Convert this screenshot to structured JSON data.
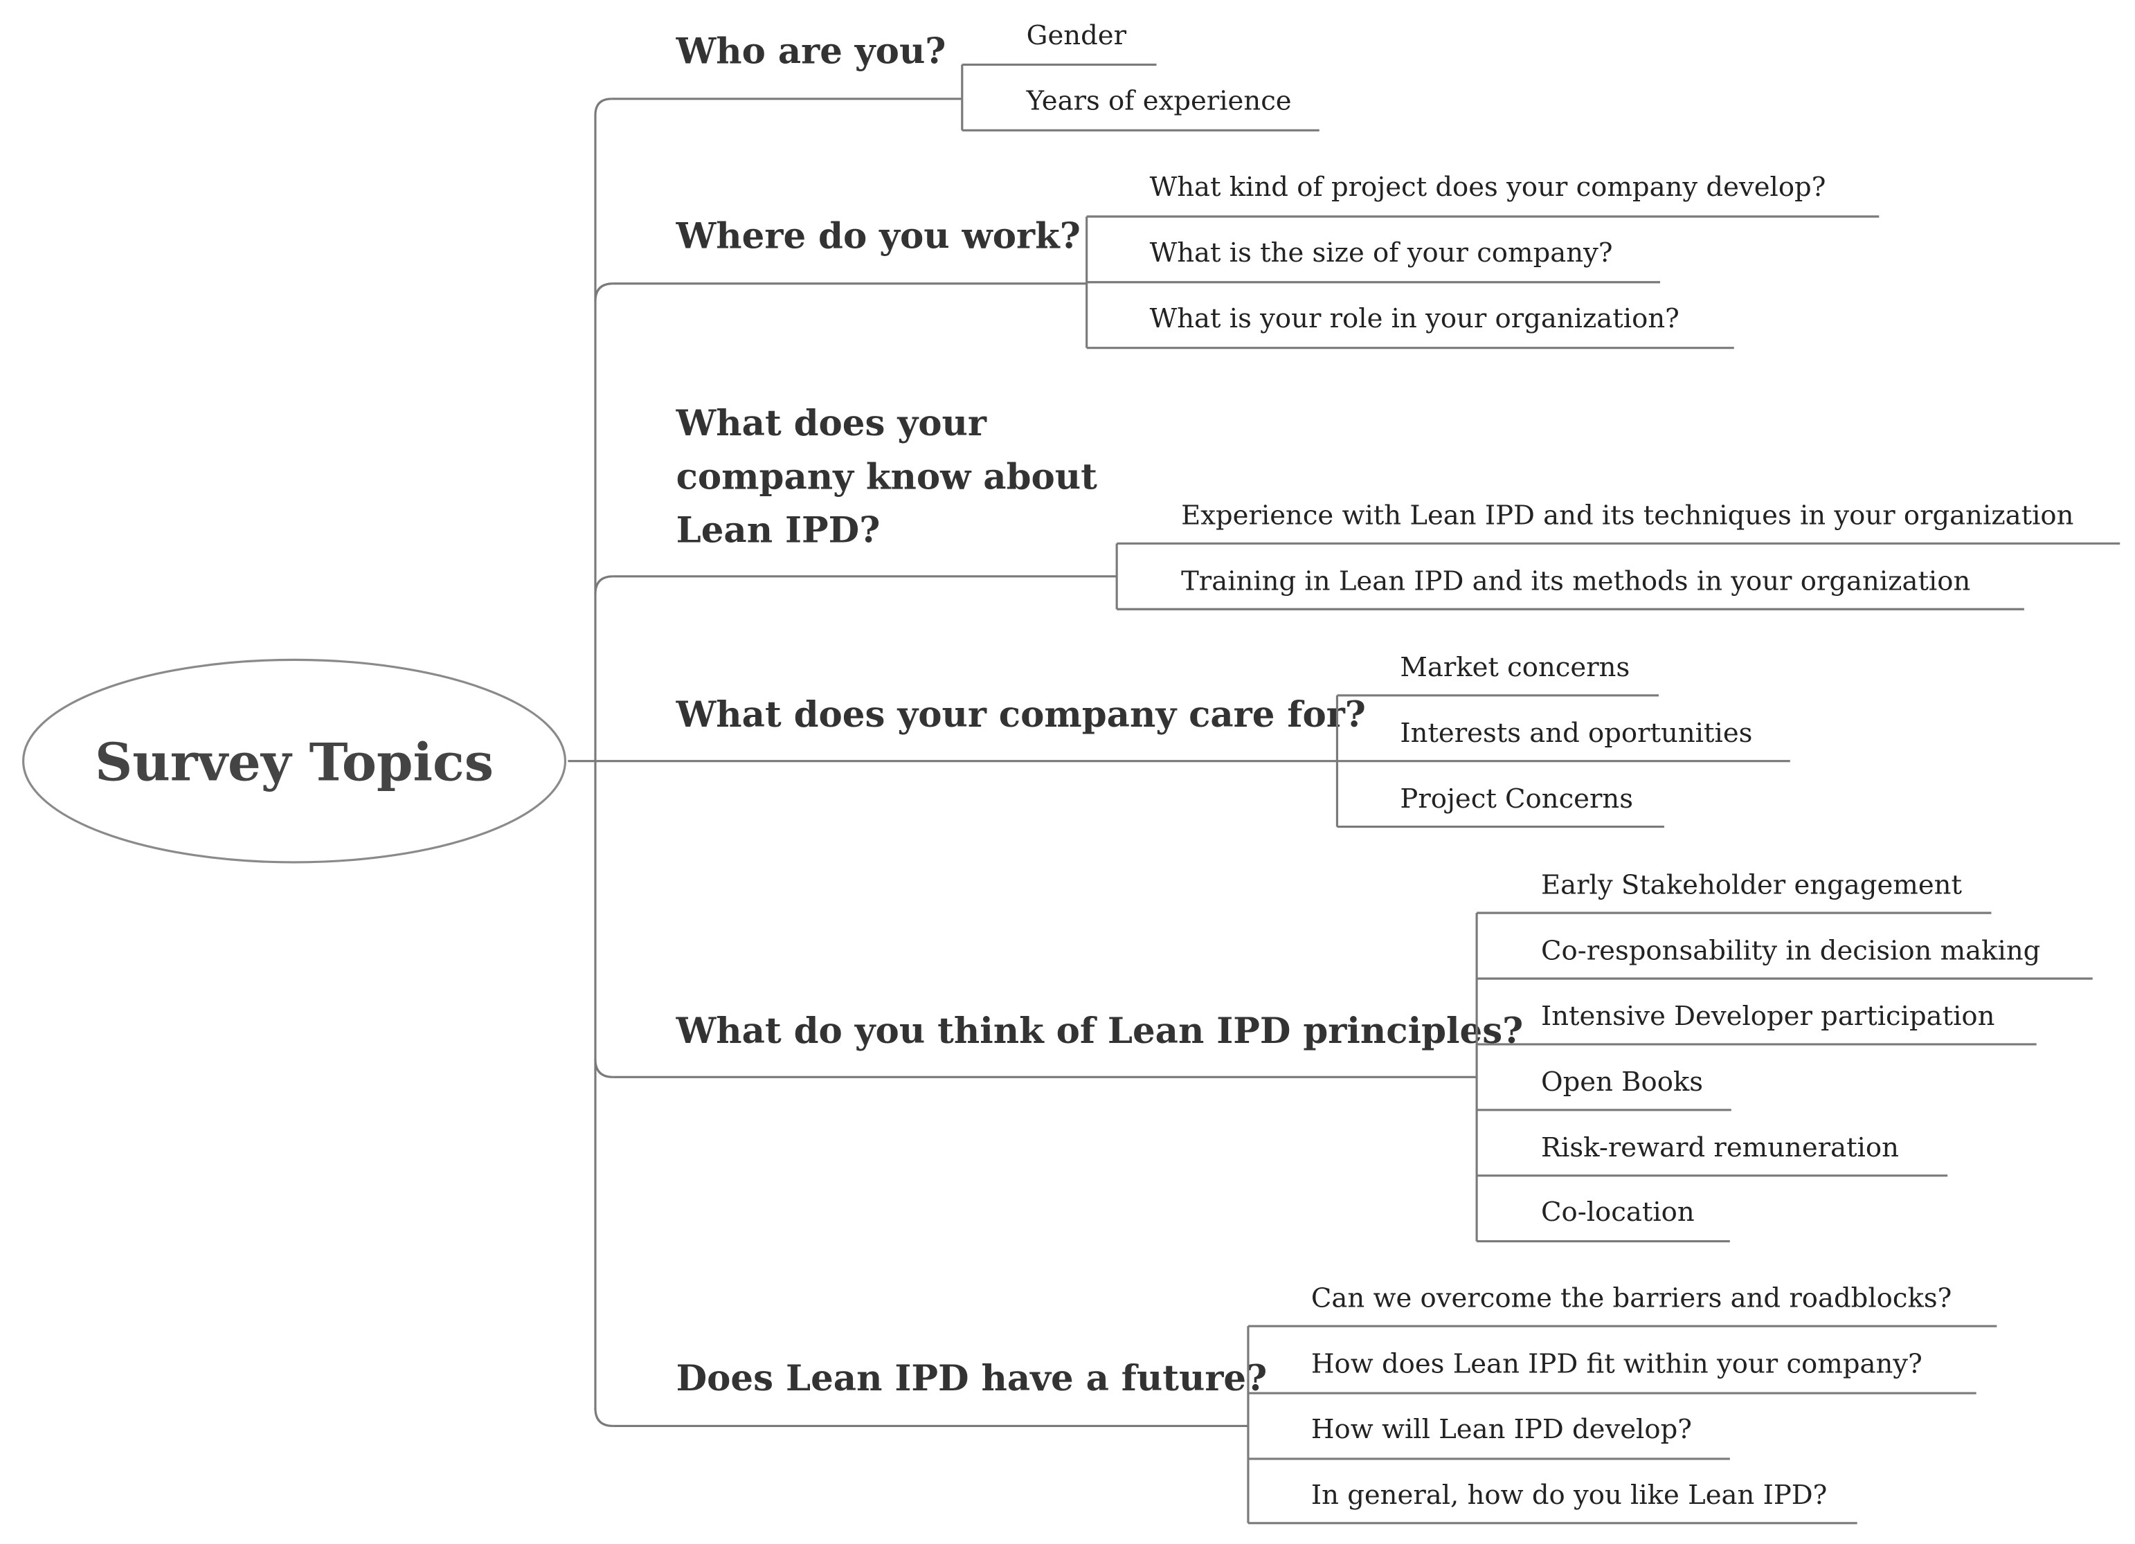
{
  "root": {
    "label": "Survey Topics"
  },
  "colors": {
    "line": "#7a7a7a",
    "text": "#333333",
    "background": "#ffffff",
    "ellipse_stroke": "#8a8a8a"
  },
  "topics": [
    {
      "label_lines": [
        "Who are you?"
      ],
      "children": [
        "Gender",
        "Years of experience"
      ]
    },
    {
      "label_lines": [
        "Where do you work?"
      ],
      "children": [
        "What kind of project does your company develop?",
        "What is the size of your company?",
        "What is your role in your organization?"
      ]
    },
    {
      "label_lines": [
        "What does your",
        "company know about",
        "Lean IPD?"
      ],
      "children": [
        "Experience with Lean IPD and its techniques in your organization",
        "Training in Lean IPD and its methods in your organization"
      ]
    },
    {
      "label_lines": [
        "What does your company care for?"
      ],
      "children": [
        "Market concerns",
        "Interests and oportunities",
        "Project Concerns"
      ]
    },
    {
      "label_lines": [
        "What do you think of Lean IPD principles?"
      ],
      "children": [
        "Early Stakeholder engagement",
        "Co-responsability in decision making",
        "Intensive Developer participation",
        "Open Books",
        "Risk-reward remuneration",
        "Co-location"
      ]
    },
    {
      "label_lines": [
        "Does Lean IPD have a future?"
      ],
      "children": [
        "Can we overcome the barriers and roadblocks?",
        "How does Lean IPD fit within your company?",
        "How will Lean IPD develop?",
        "In general, how do you like Lean IPD?"
      ]
    }
  ]
}
